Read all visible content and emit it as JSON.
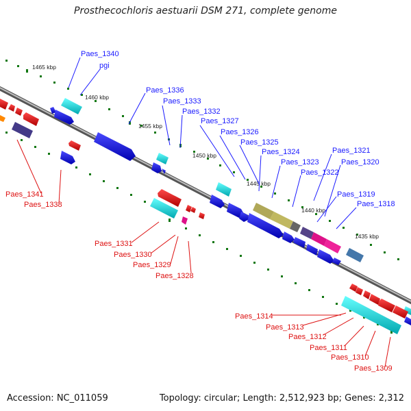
{
  "title": "Prosthecochloris aestuarii DSM 271, complete genome",
  "footer": {
    "accession": "Accession: NC_011059",
    "topology": "Topology: circular; Length: 2,512,923 bp; Genes: 2,312"
  },
  "ticks": [
    "1465 kbp",
    "1460 kbp",
    "1455 kbp",
    "1450 kbp",
    "1445 kbp",
    "1440 kbp",
    "1435 kbp"
  ],
  "genes_top": [
    "Paes_1340",
    "pgi",
    "Paes_1336",
    "Paes_1333",
    "Paes_1332",
    "Paes_1327",
    "Paes_1326",
    "Paes_1325",
    "Paes_1324",
    "Paes_1323",
    "Paes_1321",
    "Paes_1322",
    "Paes_1320",
    "Paes_1319",
    "Paes_1318"
  ],
  "genes_bottom": [
    "Paes_1341",
    "Paes_1338",
    "Paes_1331",
    "Paes_1330",
    "Paes_1329",
    "Paes_1328",
    "Paes_1314",
    "Paes_1313",
    "Paes_1312",
    "Paes_1311",
    "Paes_1310",
    "Paes_1309"
  ],
  "colors": {
    "forward": "#0000dd",
    "reverse": "#ee0000",
    "rna": "#00cccc",
    "backbone": "#777777",
    "tickDot": "#117711"
  }
}
